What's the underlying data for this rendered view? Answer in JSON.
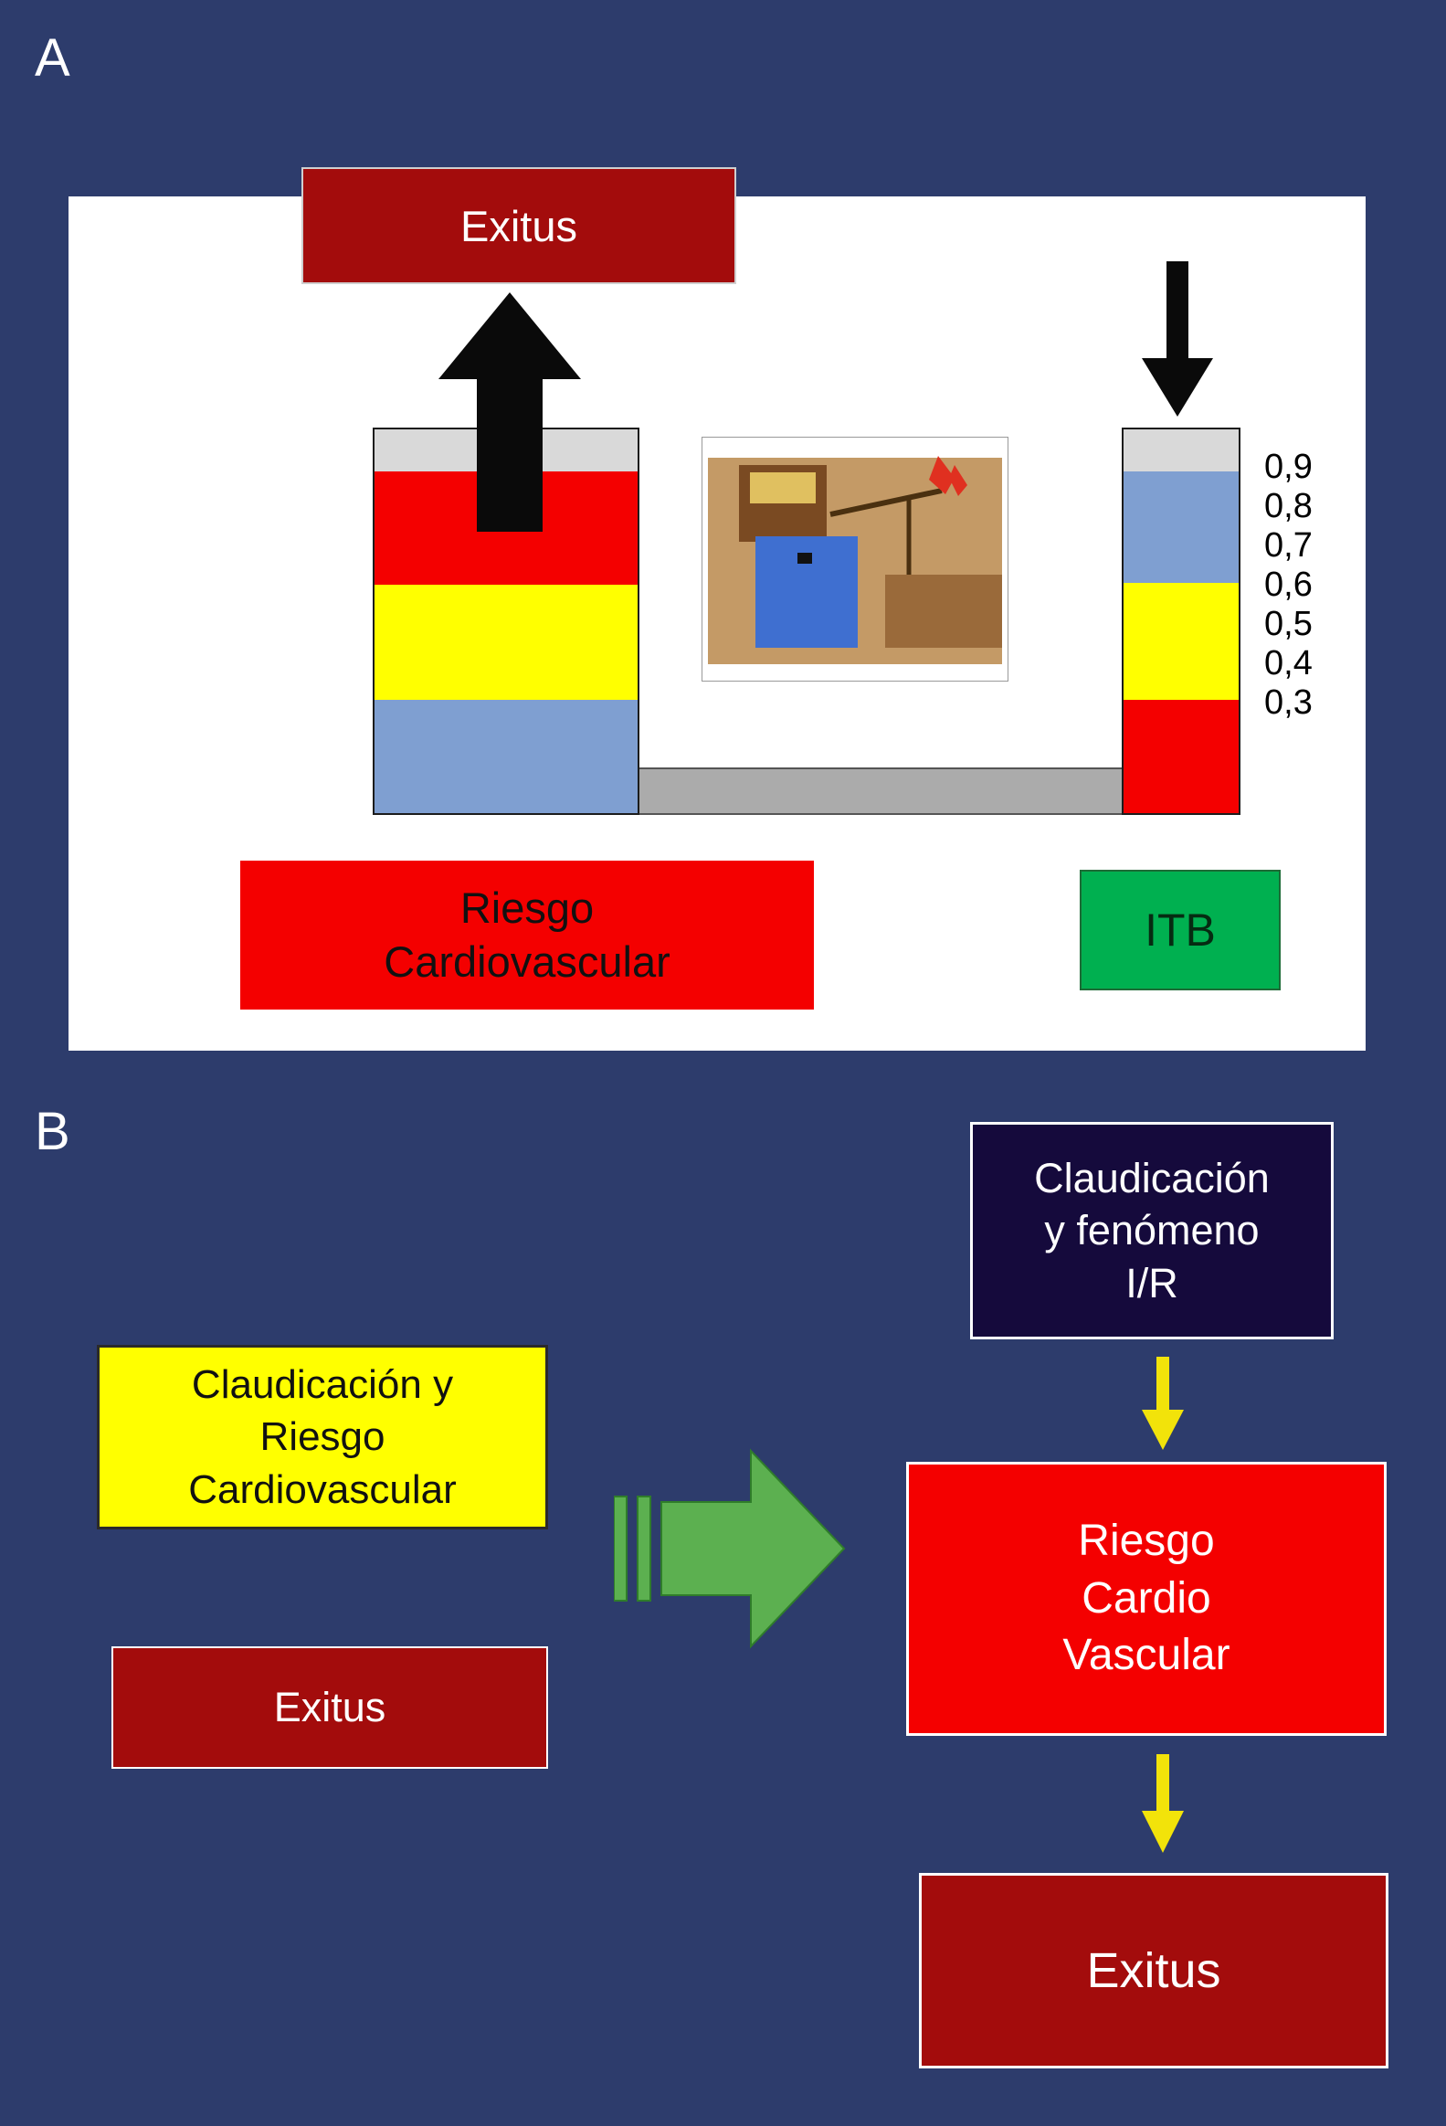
{
  "figure": {
    "panelA": {
      "label": "A",
      "exitus_box": "Exitus",
      "risk_box_lines": [
        "Riesgo",
        "Cardiovascular"
      ],
      "itb_box": "ITB",
      "scale_ticks": [
        "0,9",
        "0,8",
        "0,7",
        "0,6",
        "0,5",
        "0,4",
        "0,3"
      ],
      "left_bar_colors": [
        "#d9d9d9",
        "#f40000",
        "#ffff00",
        "#7f9fd1"
      ],
      "right_bar_colors": [
        "#d9d9d9",
        "#7f9fd1",
        "#ffff00",
        "#f40000"
      ],
      "connector_color": "#ababab"
    },
    "panelB": {
      "label": "B",
      "claudication_ir_lines": [
        "Claudicación",
        "y fenómeno",
        "I/R"
      ],
      "claudication_risk_lines": [
        "Claudicación y",
        "Riesgo",
        "Cardiovascular"
      ],
      "cardio_risk_lines": [
        "Riesgo",
        "Cardio",
        "Vascular"
      ],
      "exitus_left": "Exitus",
      "exitus_bottom": "Exitus"
    },
    "colors": {
      "background_blue": "#2d3c6c",
      "panel_white": "#ffffff",
      "dark_red": "#a30c0c",
      "bright_red": "#f40000",
      "yellow": "#ffff00",
      "light_blue": "#7f9fd1",
      "light_gray": "#d9d9d9",
      "connector_gray": "#ababab",
      "itb_green": "#00b050",
      "arrow_green": "#5cb050",
      "navy": "#150a3c",
      "arrow_black": "#0a0a0a",
      "arrow_yellow": "#f2e30a"
    }
  }
}
